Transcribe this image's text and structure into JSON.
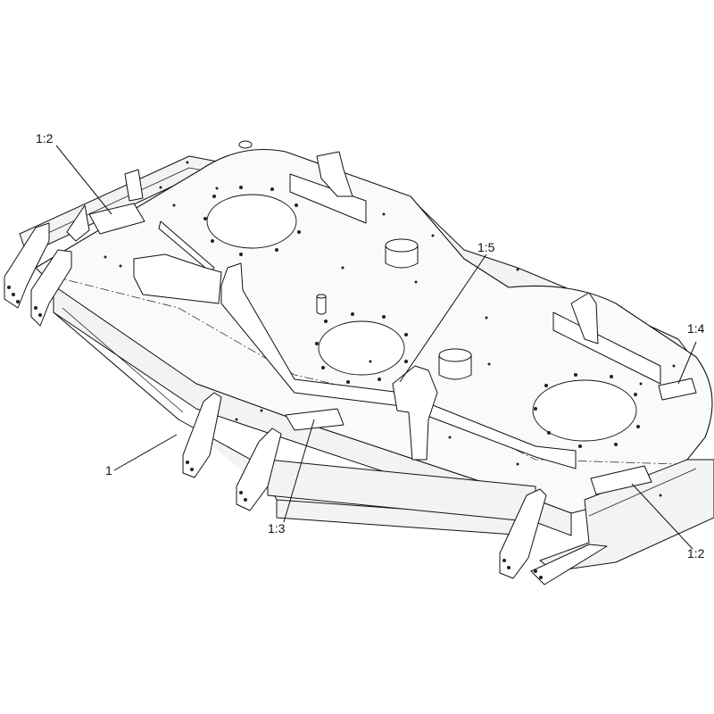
{
  "diagram": {
    "callouts": [
      {
        "id": "c-1",
        "label": "1"
      },
      {
        "id": "c-1-2-top",
        "label": "1:2"
      },
      {
        "id": "c-1-3",
        "label": "1:3"
      },
      {
        "id": "c-1-4",
        "label": "1:4"
      },
      {
        "id": "c-1-5",
        "label": "1:5"
      },
      {
        "id": "c-1-2-bottom",
        "label": "1:2"
      }
    ]
  },
  "colors": {
    "line": "#111111",
    "background": "#ffffff"
  }
}
